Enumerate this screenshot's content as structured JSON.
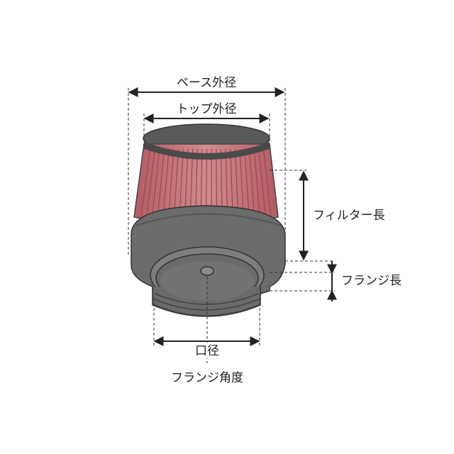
{
  "labels": {
    "base_outer_diameter": "ベース外径",
    "top_outer_diameter": "トップ外径",
    "filter_length": "フィルター長",
    "flange_length": "フランジ長",
    "mouth_diameter": "口径",
    "flange_angle": "フランジ角度"
  },
  "colors": {
    "filter_element": "#c9757a",
    "filter_pleat_line": "#9a4a52",
    "rubber_body": "#6b6b6b",
    "rubber_dark": "#4f4f4f",
    "rubber_light": "#8a8a8a",
    "line": "#222222"
  }
}
